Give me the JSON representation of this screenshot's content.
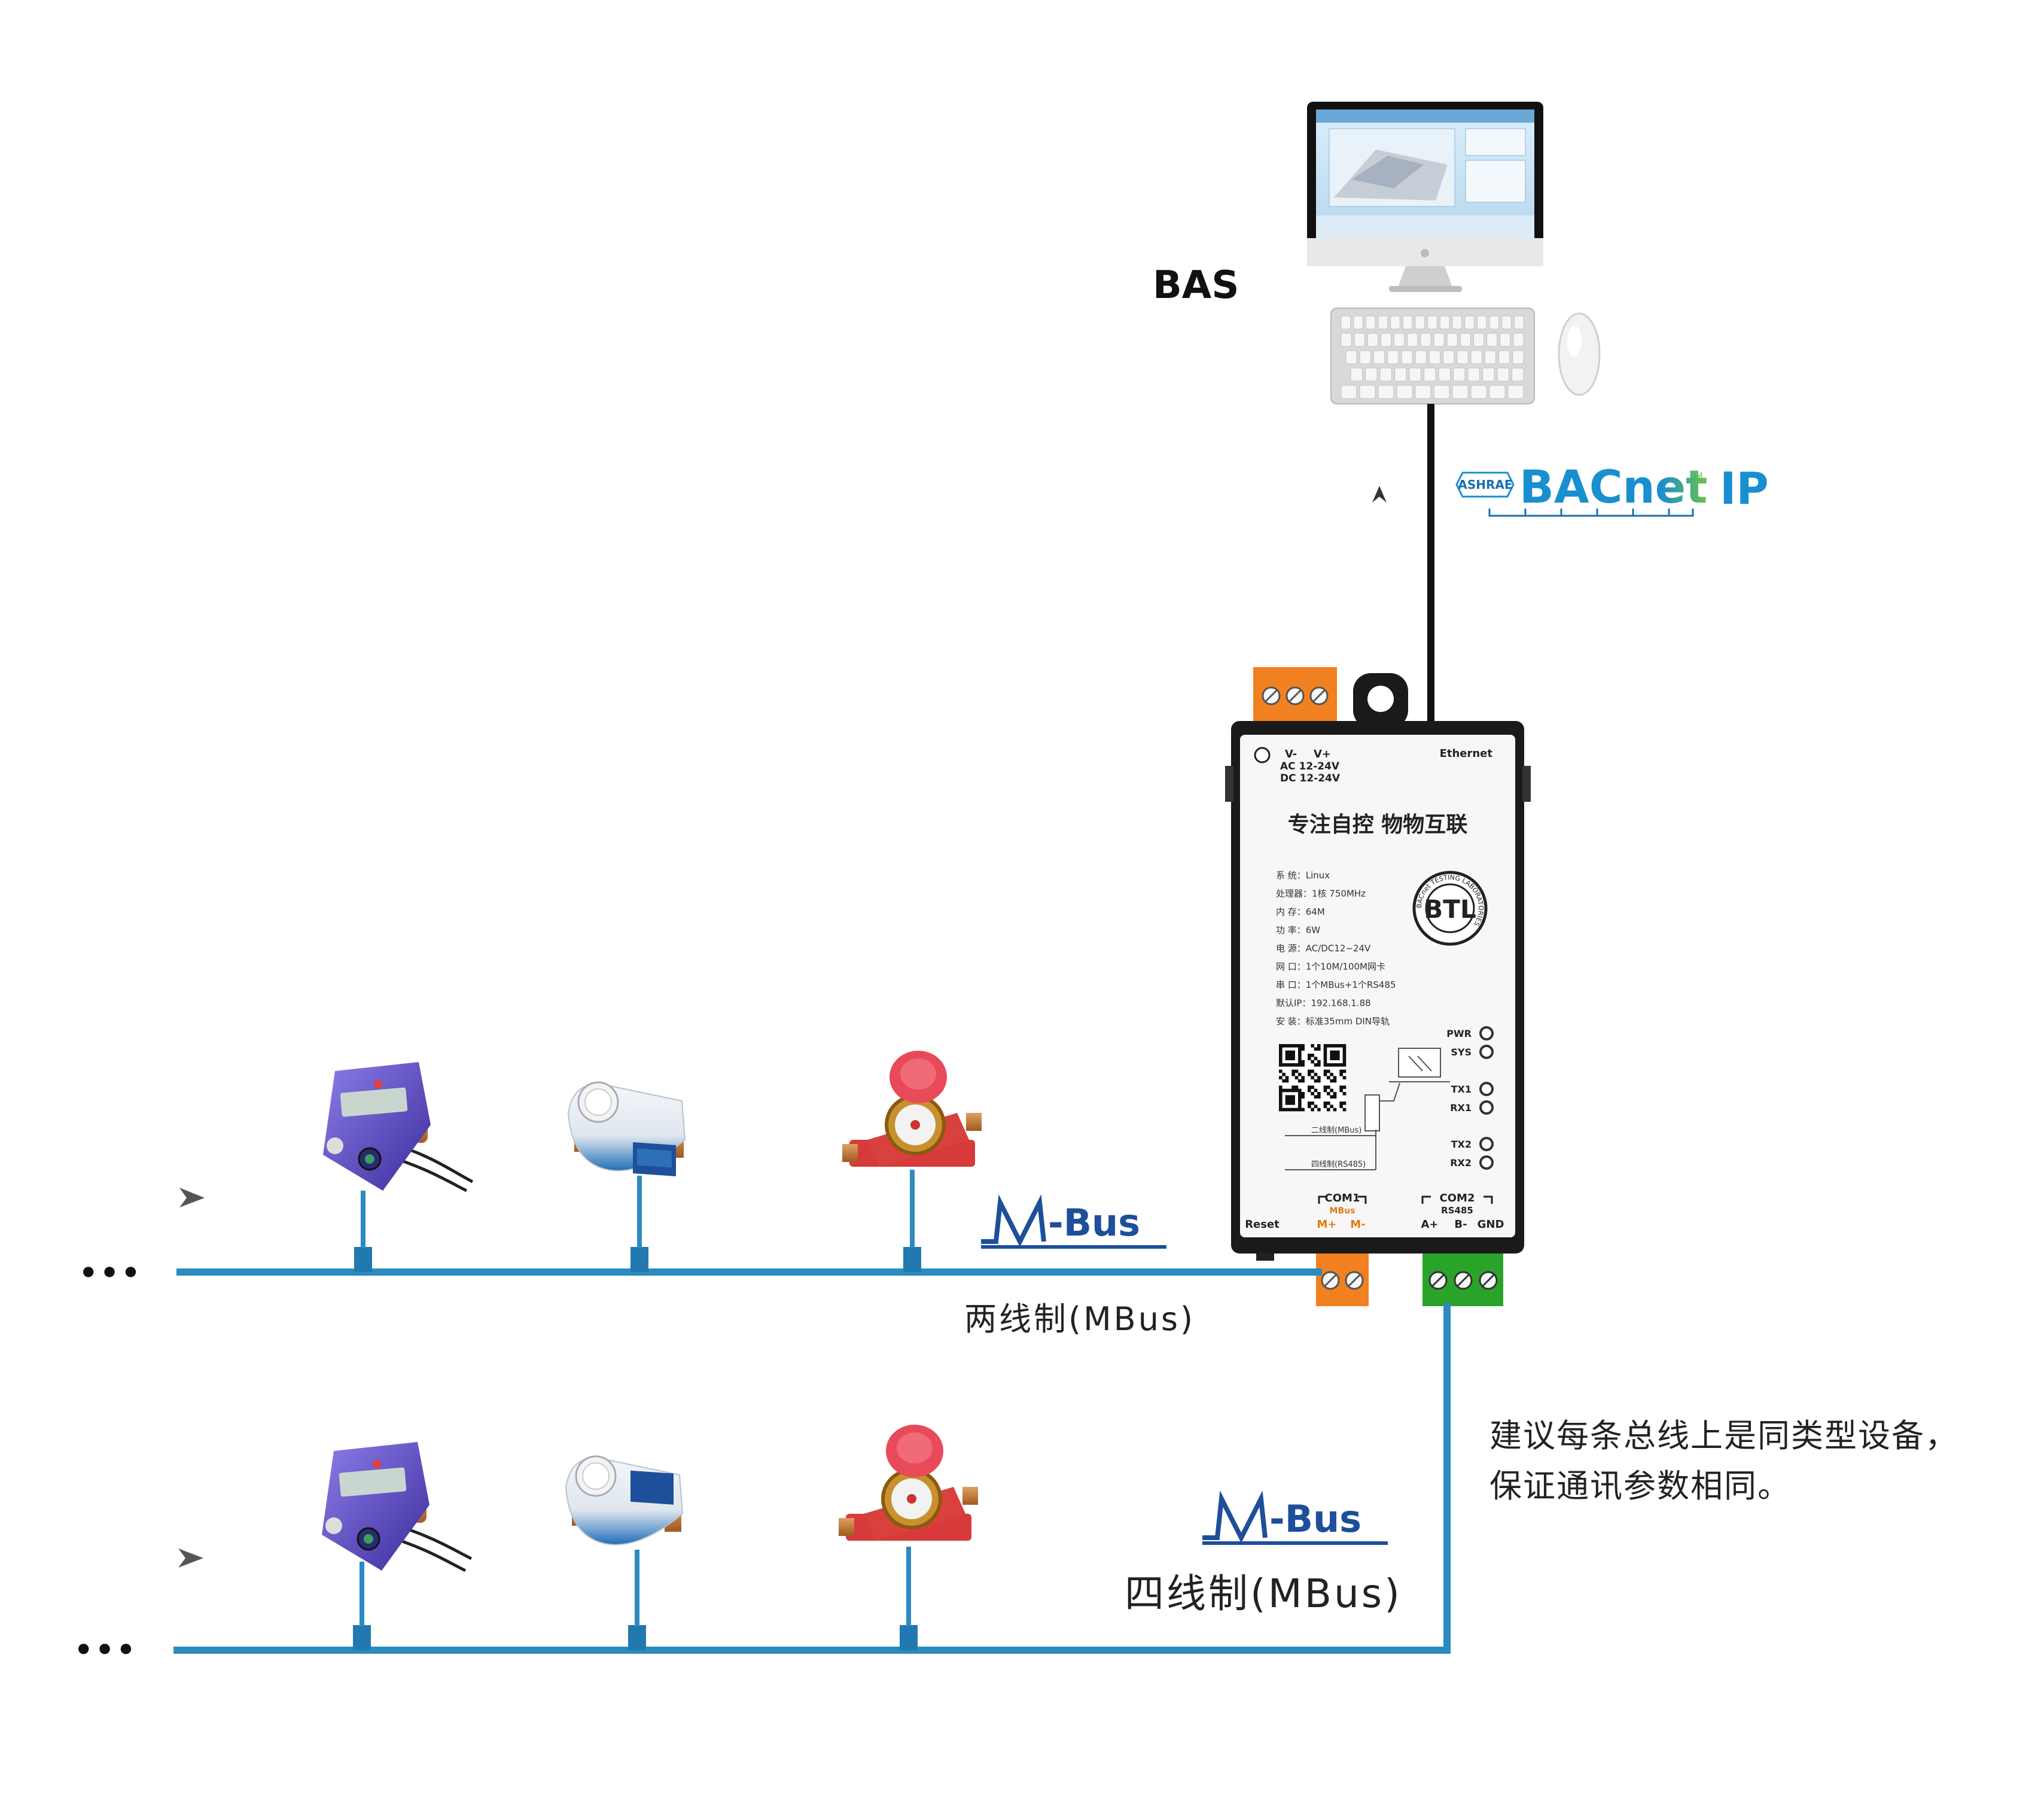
{
  "bas_label": "BAS",
  "protocol": {
    "badge": "ASHRAE",
    "name": "BACnet",
    "tm": "TM",
    "suffix": "IP"
  },
  "gateway": {
    "power_labels": [
      "V-",
      "V+"
    ],
    "power_ac": "AC 12-24V",
    "power_dc": "DC 12-24V",
    "ethernet_label": "Ethernet",
    "slogan": "专注自控 物物互联",
    "specs": [
      "系 统：Linux",
      "处理器：1核 750MHz",
      "内 存：64M",
      "功 率：6W",
      "电 源：AC/DC12~24V",
      "网 口：1个10M/100M网卡",
      "串 口：1个MBus+1个RS485",
      "默认IP：192.168.1.88",
      "安 装：标准35mm DIN导轨"
    ],
    "btl_text": "BTL",
    "btl_ring_text": "BACnet TESTING LABORATORIES",
    "leds": [
      "PWR",
      "SYS",
      "TX1",
      "RX1",
      "TX2",
      "RX2"
    ],
    "wiring_two": "二线制(MBus)",
    "wiring_four": "四线制(RS485)",
    "com1": "COM1",
    "com1_sub": "MBus",
    "com1_pins": [
      "M+",
      "M-"
    ],
    "com2": "COM2",
    "com2_sub": "RS485",
    "com2_pins": [
      "A+",
      "B-",
      "GND"
    ],
    "reset": "Reset"
  },
  "bus_logo": {
    "m": "M",
    "text": "-Bus"
  },
  "bus1_label": "两线制(MBus)",
  "bus2_label": "四线制(MBus)",
  "ellipsis": "•••",
  "note_lines": [
    "建议每条总线上是同类型设备，",
    "保证通讯参数相同。"
  ],
  "colors": {
    "bus_line": "#2b8bc0",
    "mbus_logo": "#1d4f9b",
    "terminal_orange": "#f08020",
    "terminal_green": "#2aa32a",
    "bacnet_blue": "#1a8fd0"
  }
}
